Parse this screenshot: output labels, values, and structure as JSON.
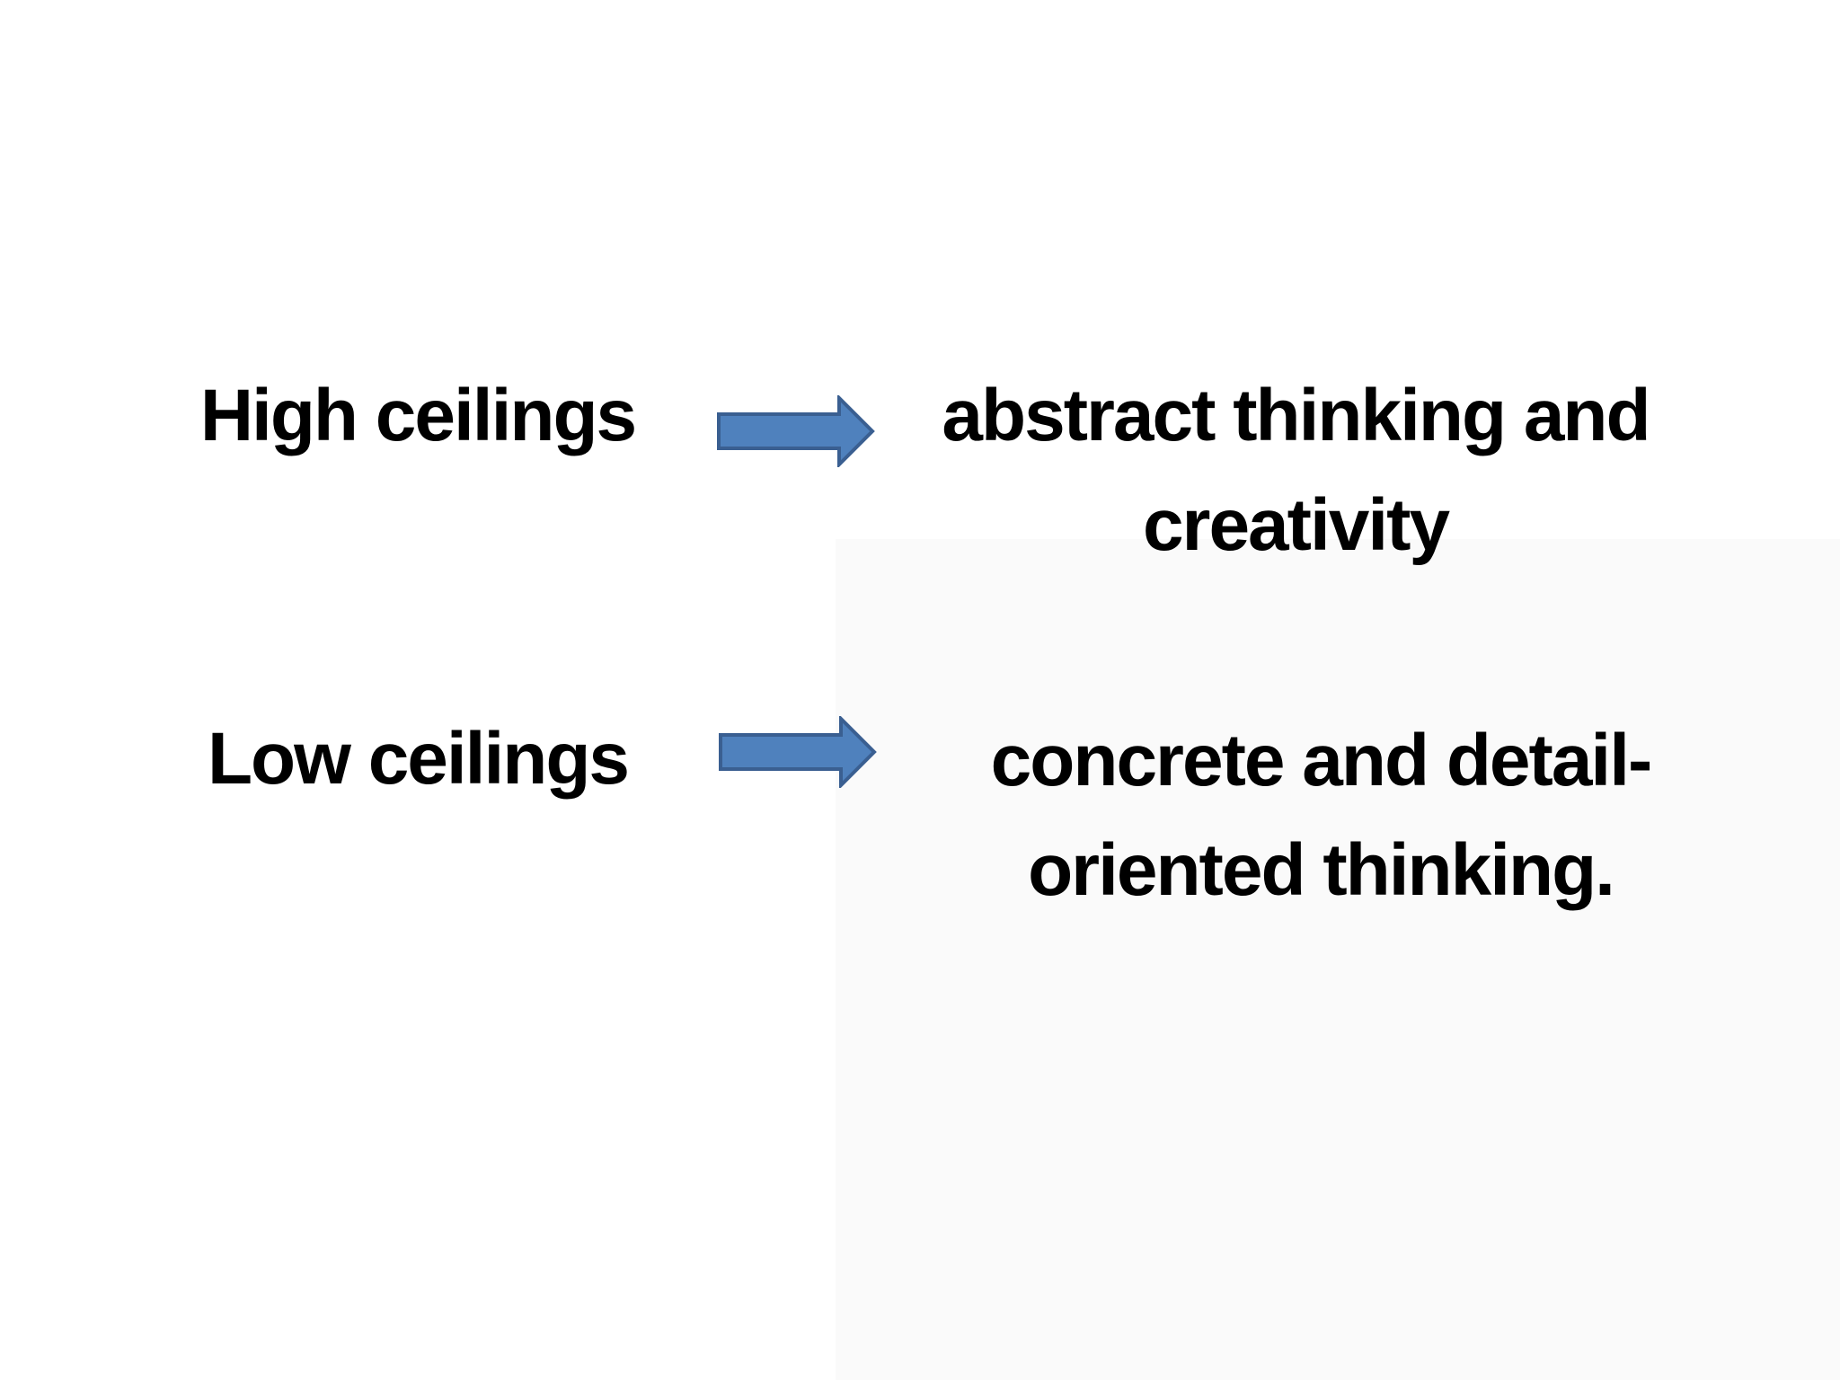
{
  "slide": {
    "background_color": "#ffffff",
    "text_color": "#000000",
    "arrow": {
      "icon": "right-arrow",
      "fill": "#4f81bd",
      "stroke": "#3a5f91"
    },
    "rows": [
      {
        "label": "High ceilings",
        "result_lines": [
          "abstract thinking and",
          "creativity"
        ]
      },
      {
        "label": "Low ceilings",
        "result_lines": [
          "concrete and detail-",
          "oriented thinking."
        ]
      }
    ]
  }
}
